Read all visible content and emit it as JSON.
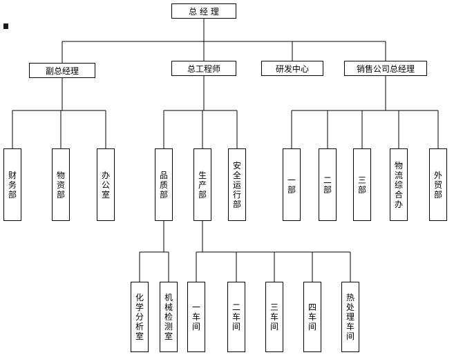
{
  "org_chart": {
    "root": {
      "id": "general-manager",
      "label": "总 经 理"
    },
    "level2": [
      {
        "id": "deputy-gm",
        "label": "副总经理",
        "parent": "general-manager"
      },
      {
        "id": "chief-engineer",
        "label": "总工程师",
        "parent": "general-manager"
      },
      {
        "id": "rd-center",
        "label": "研发中心",
        "parent": "general-manager"
      },
      {
        "id": "sales-gm",
        "label": "销售公司总经理",
        "parent": "general-manager"
      }
    ],
    "level3": [
      {
        "id": "finance-dept",
        "label": "财务部",
        "parent": "deputy-gm"
      },
      {
        "id": "materials-dept",
        "label": "物资部",
        "parent": "deputy-gm"
      },
      {
        "id": "office",
        "label": "办公室",
        "parent": "deputy-gm"
      },
      {
        "id": "quality-dept",
        "label": "品质部",
        "parent": "chief-engineer"
      },
      {
        "id": "production-dept",
        "label": "生产部",
        "parent": "chief-engineer"
      },
      {
        "id": "safety-operation-dept",
        "label": "安全运行部",
        "parent": "chief-engineer"
      },
      {
        "id": "sales-dept-1",
        "label": "一部",
        "parent": "sales-gm"
      },
      {
        "id": "sales-dept-2",
        "label": "二部",
        "parent": "sales-gm"
      },
      {
        "id": "sales-dept-3",
        "label": "三部",
        "parent": "sales-gm"
      },
      {
        "id": "logistics-office",
        "label": "物流综合办",
        "parent": "sales-gm"
      },
      {
        "id": "foreign-trade-dept",
        "label": "外贸部",
        "parent": "sales-gm"
      }
    ],
    "level4": [
      {
        "id": "chemical-analysis-room",
        "label": "化学分析室",
        "parent": "quality-dept"
      },
      {
        "id": "mechanical-testing-room",
        "label": "机械检测室",
        "parent": "quality-dept"
      },
      {
        "id": "workshop-1",
        "label": "一车间",
        "parent": "production-dept"
      },
      {
        "id": "workshop-2",
        "label": "二车间",
        "parent": "production-dept"
      },
      {
        "id": "workshop-3",
        "label": "三车间",
        "parent": "production-dept"
      },
      {
        "id": "workshop-4",
        "label": "四车间",
        "parent": "production-dept"
      },
      {
        "id": "heat-treatment-workshop",
        "label": "热处理车间",
        "parent": "production-dept"
      }
    ],
    "colors": {
      "line": "#000000",
      "box_border": "#000000",
      "background": "#ffffff"
    }
  }
}
